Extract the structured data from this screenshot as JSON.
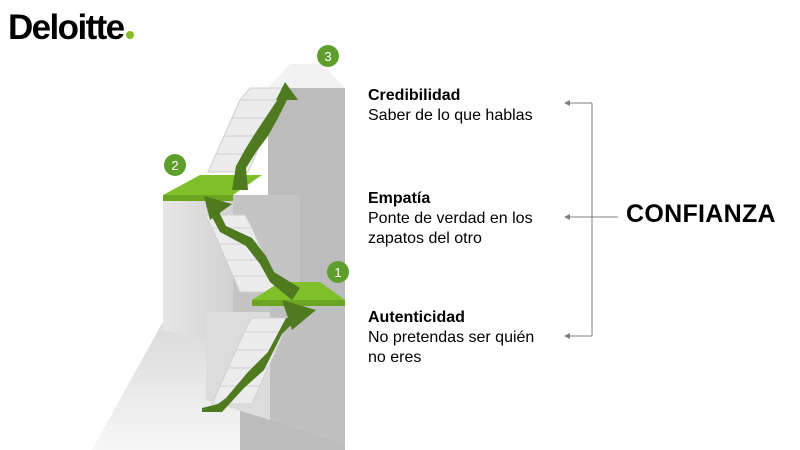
{
  "brand": {
    "name": "Deloitte",
    "dot_color": "#86BC25"
  },
  "colors": {
    "arrow_green": "#4f7a20",
    "landing_green": "#7fbf2a",
    "badge_green": "#5e9e2a"
  },
  "badges": [
    "1",
    "2",
    "3"
  ],
  "steps": [
    {
      "title": "Credibilidad",
      "line1": "Saber de lo que hablas",
      "line2": ""
    },
    {
      "title": "Empatía",
      "line1": "Ponte de verdad en los",
      "line2": "zapatos del otro"
    },
    {
      "title": "Autenticidad",
      "line1": "No pretendas ser quién",
      "line2": "no eres"
    }
  ],
  "summary": "CONFIANZA"
}
